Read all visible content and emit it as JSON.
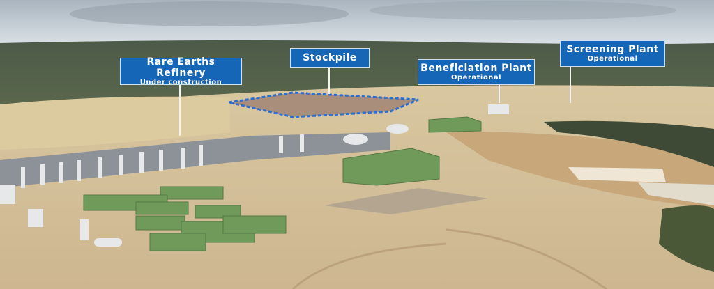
{
  "labels": [
    {
      "title": "Rare Earths Refinery",
      "status": "Under construction"
    },
    {
      "title": "Stockpile"
    },
    {
      "title": "Beneficiation Plant",
      "status": "Operational"
    },
    {
      "title": "Screening Plant",
      "status": "Operational"
    }
  ],
  "colors": {
    "label_bg": "#1666b8",
    "stockpile_outline": "#2a6fd6"
  }
}
